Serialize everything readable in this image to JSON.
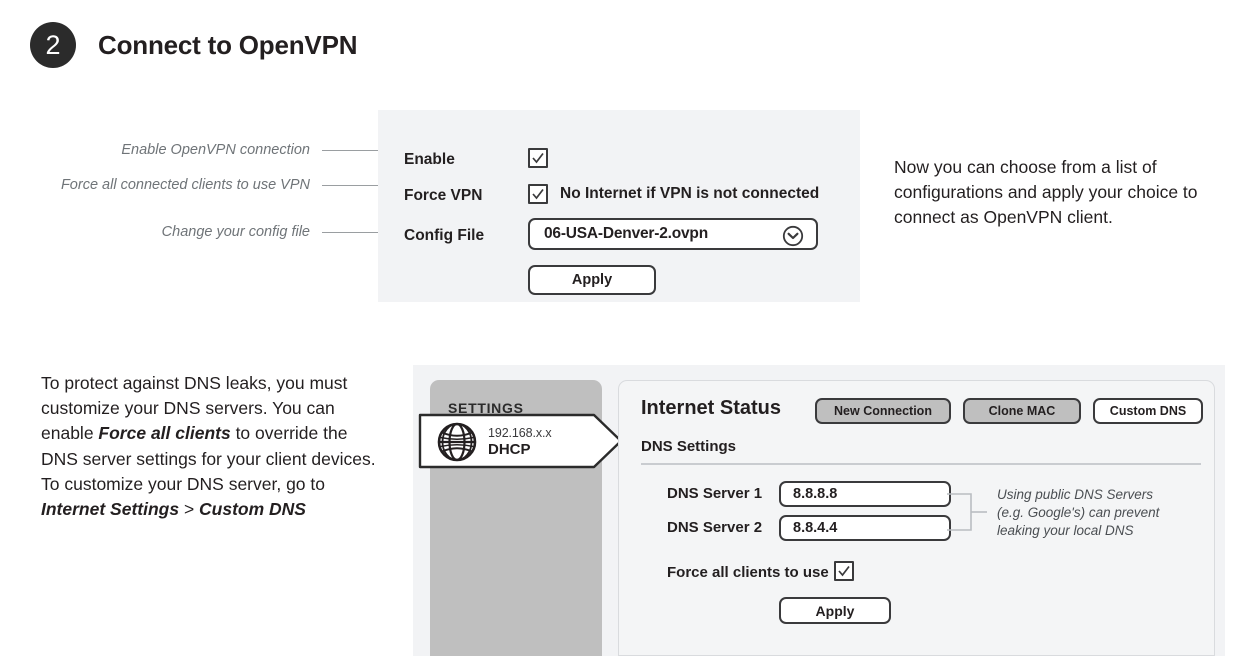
{
  "step": {
    "number": "2",
    "title": "Connect to OpenVPN"
  },
  "callouts": {
    "enable": "Enable OpenVPN connection",
    "force_vpn": "Force all connected clients to use VPN",
    "config_file": "Change your config file"
  },
  "vpn_panel": {
    "enable_label": "Enable",
    "enable_checked": true,
    "force_vpn_label": "Force VPN",
    "force_vpn_checked": true,
    "force_vpn_text": "No Internet if VPN is not connected",
    "config_file_label": "Config File",
    "config_file_value": "06-USA-Denver-2.ovpn",
    "config_chevron_icon": "chevron-down-circle-icon",
    "apply_label": "Apply"
  },
  "vpn_note": "Now you can choose from a list of configurations and apply your choice to connect as OpenVPN client.",
  "dns_note": {
    "part1": "To protect against DNS leaks, you must customize your DNS servers. You can enable ",
    "bold1": "Force all clients",
    "part2": " to override the DNS server settings for your client devices. To customize your DNS server, go to ",
    "bold2": "Internet Settings",
    "separator": " > ",
    "bold3": "Custom DNS"
  },
  "router_panel": {
    "sidebar": {
      "title": "SETTINGS",
      "active_item": {
        "icon": "globe-icon",
        "ip": "192.168.x.x",
        "mode": "DHCP"
      }
    },
    "content": {
      "title": "Internet Status",
      "buttons": [
        {
          "label": "New Connection",
          "style": "grey"
        },
        {
          "label": "Clone MAC",
          "style": "grey"
        },
        {
          "label": "Custom DNS",
          "style": "white"
        }
      ],
      "section_label": "DNS Settings",
      "fields": [
        {
          "label": "DNS Server 1",
          "value": "8.8.8.8"
        },
        {
          "label": "DNS Server 2",
          "value": "8.8.4.4"
        }
      ],
      "force_all_label": "Force all clients to use",
      "force_all_checked": true,
      "apply_label": "Apply",
      "hint": "Using public DNS Servers (e.g. Google's) can prevent leaking your local DNS"
    }
  },
  "colors": {
    "panel_bg": "#f2f3f5",
    "sidebar_grey": "#bfbfbf",
    "ink": "#231f20",
    "muted": "#6f7478",
    "badge": "#2b2b2b"
  }
}
